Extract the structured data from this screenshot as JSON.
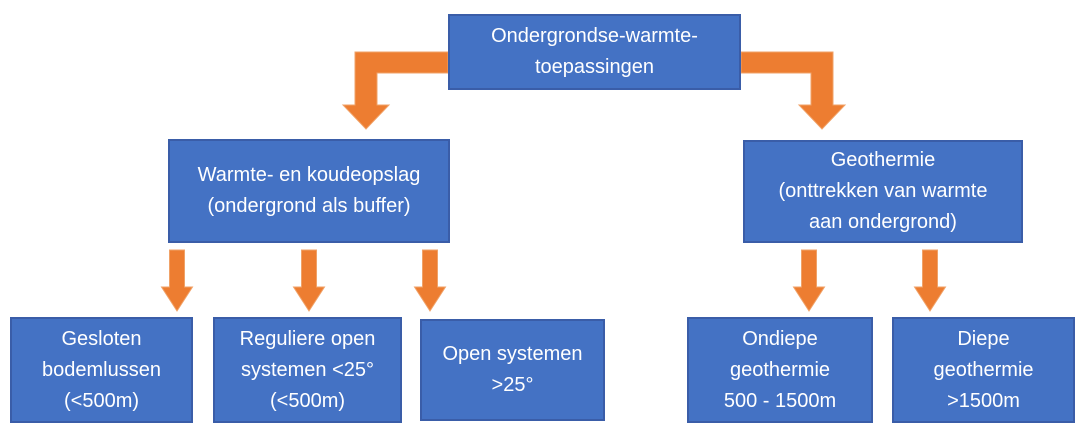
{
  "title": "Ondergrondse-warmte-toepassingen flowchart",
  "colors": {
    "background": "#FFFFFF",
    "box_fill": "#4472C4",
    "box_border": "#3A5DA8",
    "arrow_fill": "#ED7D31",
    "arrow_edge": "#F0A268",
    "text": "#FFFFFF"
  },
  "nodes": {
    "root": {
      "label": "Ondergrondse-warmte-toepassingen",
      "lines": [
        "Ondergrondse-warmte-",
        "toepassingen"
      ]
    },
    "wko": {
      "label": "Warmte- en koudeopslag (ondergrond als buffer)",
      "lines": [
        "Warmte- en koudeopslag",
        "(ondergrond als buffer)"
      ]
    },
    "geo": {
      "label": "Geothermie (onttrekken van warmte aan ondergrond)",
      "lines": [
        "Geothermie",
        "(onttrekken van warmte",
        "aan ondergrond)"
      ]
    },
    "b1": {
      "label": "Gesloten bodemlussen (<500m)",
      "lines": [
        "Gesloten",
        "bodemlussen",
        "(<500m)"
      ]
    },
    "b2": {
      "label": "Reguliere open systemen <25° (<500m)",
      "lines": [
        "Reguliere open",
        "systemen <25°",
        "(<500m)"
      ]
    },
    "b3": {
      "label": "Open systemen >25°",
      "lines": [
        "Open systemen",
        ">25°"
      ]
    },
    "b4": {
      "label": "Ondiepe geothermie 500 - 1500m",
      "lines": [
        "Ondiepe",
        "geothermie",
        "500 - 1500m"
      ]
    },
    "b5": {
      "label": "Diepe geothermie >1500m",
      "lines": [
        "Diepe",
        "geothermie",
        ">1500m"
      ]
    }
  },
  "edges": [
    {
      "from": "root",
      "to": "wko",
      "style": "bent-down-left"
    },
    {
      "from": "root",
      "to": "geo",
      "style": "bent-down-right"
    },
    {
      "from": "wko",
      "to": "b1",
      "style": "straight-down"
    },
    {
      "from": "wko",
      "to": "b2",
      "style": "straight-down"
    },
    {
      "from": "wko",
      "to": "b3",
      "style": "straight-down"
    },
    {
      "from": "geo",
      "to": "b4",
      "style": "straight-down"
    },
    {
      "from": "geo",
      "to": "b5",
      "style": "straight-down"
    }
  ]
}
